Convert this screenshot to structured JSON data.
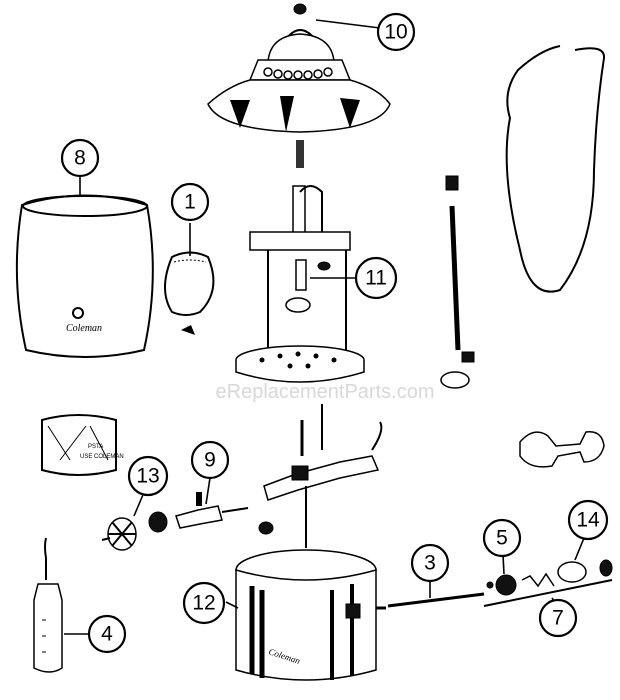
{
  "watermark": "eReplacementParts.com",
  "brand": "Coleman",
  "callouts": [
    "10",
    "8",
    "1",
    "11",
    "9",
    "13",
    "3",
    "5",
    "14",
    "12",
    "7",
    "4"
  ],
  "colors": {
    "ink": "#000000",
    "background": "#ffffff",
    "watermark": "#d8d8d8"
  }
}
